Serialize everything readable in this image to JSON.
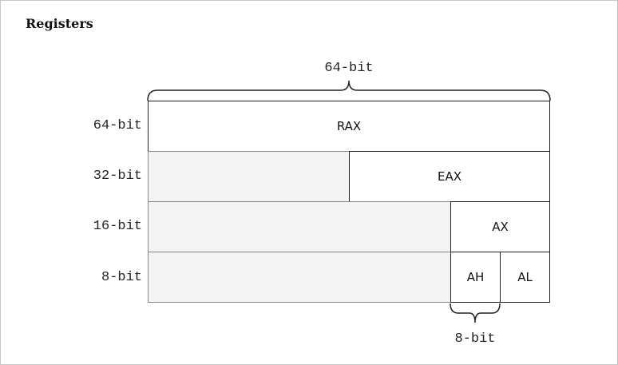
{
  "title": "Registers",
  "top_brace_label": "64-bit",
  "bottom_brace_label": "8-bit",
  "rows": [
    {
      "label": "64-bit",
      "register": "RAX"
    },
    {
      "label": "32-bit",
      "register": "EAX"
    },
    {
      "label": "16-bit",
      "register": "AX"
    },
    {
      "label": "8-bit",
      "high": "AH",
      "low": "AL"
    }
  ],
  "colors": {
    "border": "#222222",
    "unused_fill": "#f3f3f3"
  }
}
